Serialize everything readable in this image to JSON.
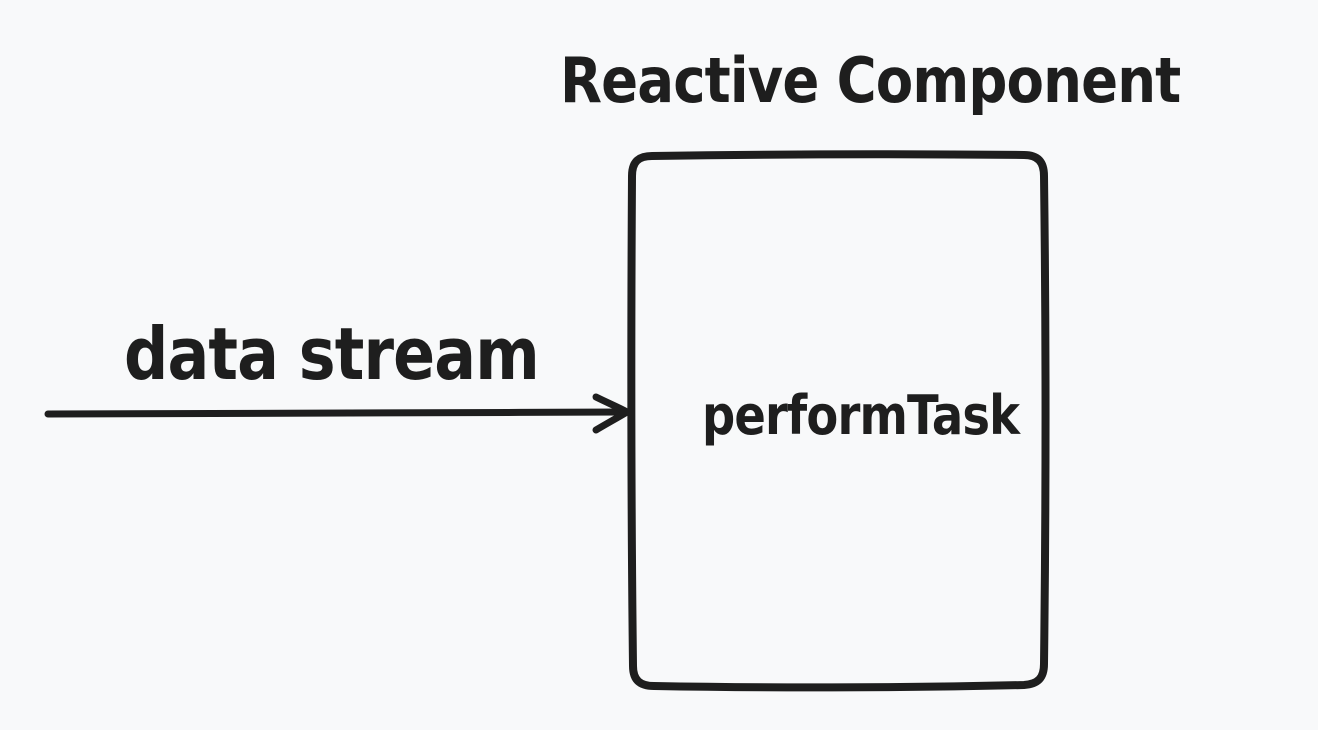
{
  "diagram": {
    "title": "Reactive Component",
    "input_label": "data stream",
    "box_label": "performTask",
    "stroke_color": "#1e1e1e",
    "background_color": "#f8f9fa"
  }
}
